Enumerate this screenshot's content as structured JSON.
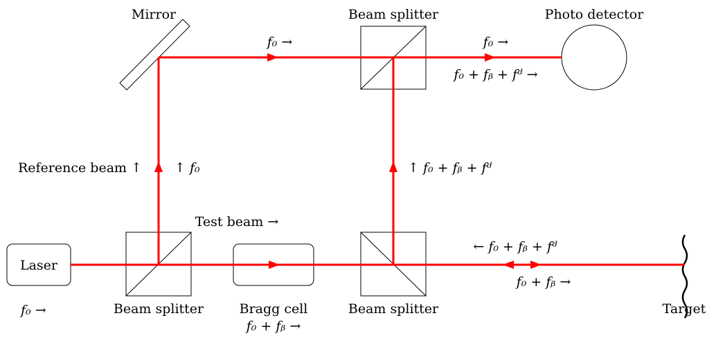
{
  "components": {
    "laser": "Laser",
    "mirror": "Mirror",
    "beam_splitter_top": "Beam splitter",
    "photo_detector": "Photo detector",
    "beam_splitter_left": "Beam splitter",
    "bragg_cell": "Bragg cell",
    "beam_splitter_right": "Beam splitter",
    "target": "Target"
  },
  "labels": {
    "laser_freq": "f₀ →",
    "top_left_freq": "f₀ →",
    "top_right_freq": "f₀ →",
    "detector_sum": "f₀ + fᵦ + fᵈ →",
    "reference_beam": "Reference beam ↑",
    "reference_freq": "↑ f₀",
    "return_up_freq": "↑ f₀ + fᵦ + fᵈ",
    "test_beam": "Test beam →",
    "bragg_freq": "f₀ + fᵦ →",
    "return_left": "← f₀ + fᵦ + fᵈ",
    "forward_right": "f₀ + fᵦ →"
  },
  "colors": {
    "beam": "#ff0000",
    "outline": "#000000"
  }
}
